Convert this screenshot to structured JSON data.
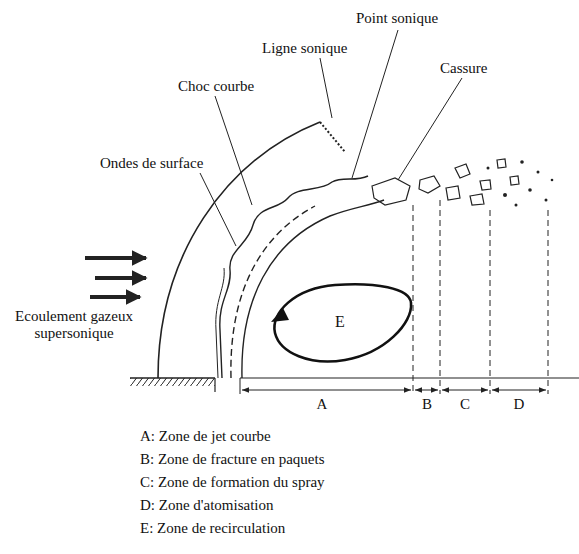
{
  "diagram": {
    "nodes": [
      {
        "text": [
          "E"
        ]
      }
    ],
    "edges": [],
    "labels": [
      "Point sonique",
      "Ligne sonique",
      "Cassure",
      "Choc courbe",
      "Ondes de surface",
      "Ecoulement gazeux supersonique",
      "A",
      "B",
      "C",
      "D",
      "A: Zone de jet courbe",
      "B: Zone de fracture en paquets",
      "C: Zone de formation du spray",
      "D: Zone d'atomisation",
      "E: Zone de recirculation"
    ]
  }
}
